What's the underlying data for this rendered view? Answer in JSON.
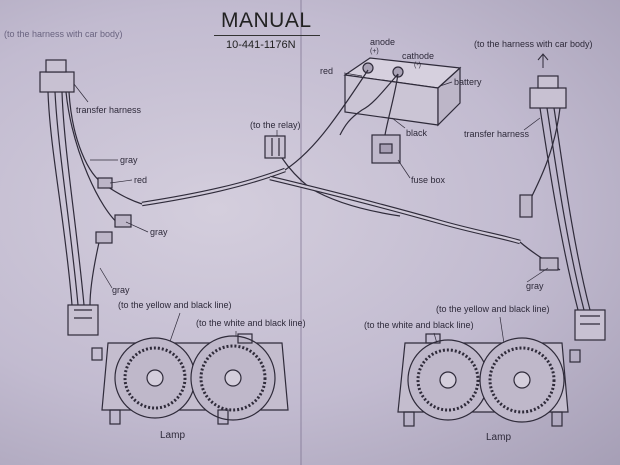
{
  "header": {
    "title": "MANUAL",
    "part_number": "10-441-1176N"
  },
  "labels": {
    "harness_left": "(to the harness with car body)",
    "harness_right": "(to the harness with car body)",
    "anode": "anode",
    "anode_sign": "(+)",
    "cathode": "cathode",
    "cathode_sign": "(-)",
    "red_top": "red",
    "battery": "battery",
    "relay": "(to the relay)",
    "black": "black",
    "fuse_box": "fuse box",
    "transfer_left": "transfer harness",
    "transfer_right": "transfer harness",
    "gray_1": "gray",
    "red_mid": "red",
    "gray_2": "gray",
    "gray_3": "gray",
    "gray_right": "gray",
    "yellow_black_left": "(to the yellow and black line)",
    "white_black_left": "(to the white and black line)",
    "white_black_right": "(to the white and black line)",
    "yellow_black_right": "(to the yellow and black line)",
    "lamp_left": "Lamp",
    "lamp_right": "Lamp"
  },
  "colors": {
    "paper": "#c9c3d4",
    "ink": "#2e2a3a"
  }
}
